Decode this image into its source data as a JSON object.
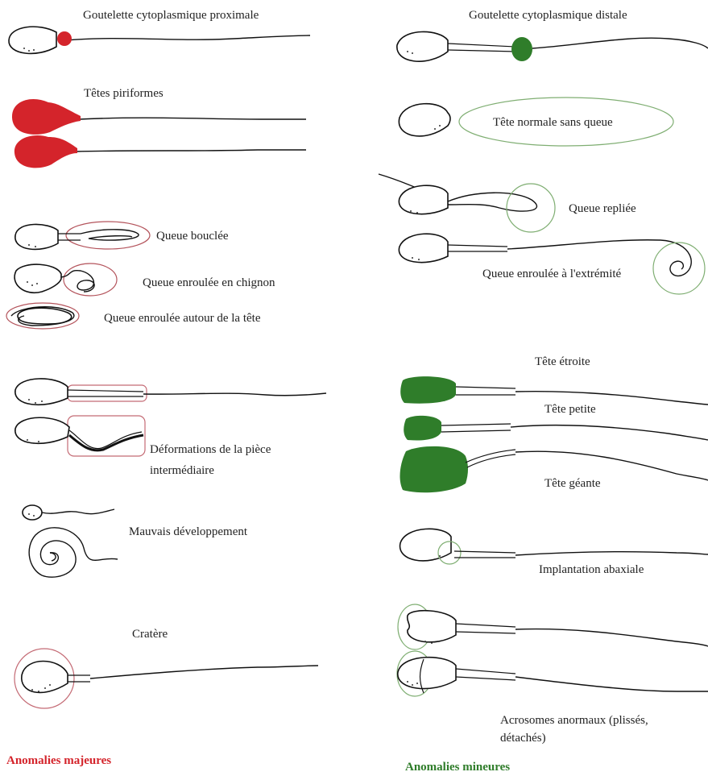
{
  "colors": {
    "major": "#d4242b",
    "minor": "#2f7d2a",
    "major_ring": "#b4545c",
    "minor_ring": "#7fae72",
    "ink": "#111111"
  },
  "major": {
    "legend": "Anomalies majeures",
    "items": [
      {
        "label": "Goutelette cytoplasmique proximale"
      },
      {
        "label": "Têtes piriformes"
      },
      {
        "label": "Queue bouclée"
      },
      {
        "label": "Queue enroulée en chignon"
      },
      {
        "label": "Queue enroulée autour de la tête"
      },
      {
        "label": "Déformations de la pièce",
        "label_line2": "intermédiaire"
      },
      {
        "label": "Mauvais développement"
      },
      {
        "label": "Cratère"
      }
    ]
  },
  "minor": {
    "legend": "Anomalies mineures",
    "items": [
      {
        "label": "Goutelette cytoplasmique distale"
      },
      {
        "label": "Tête normale sans queue"
      },
      {
        "label": "Queue repliée"
      },
      {
        "label": "Queue enroulée à l'extrémité"
      },
      {
        "label": "Tête étroite"
      },
      {
        "label": "Tête petite"
      },
      {
        "label": "Tête géante"
      },
      {
        "label": "Implantation abaxiale"
      },
      {
        "label": "Acrosomes anormaux (plissés,",
        "label_line2": "détachés)"
      }
    ]
  }
}
